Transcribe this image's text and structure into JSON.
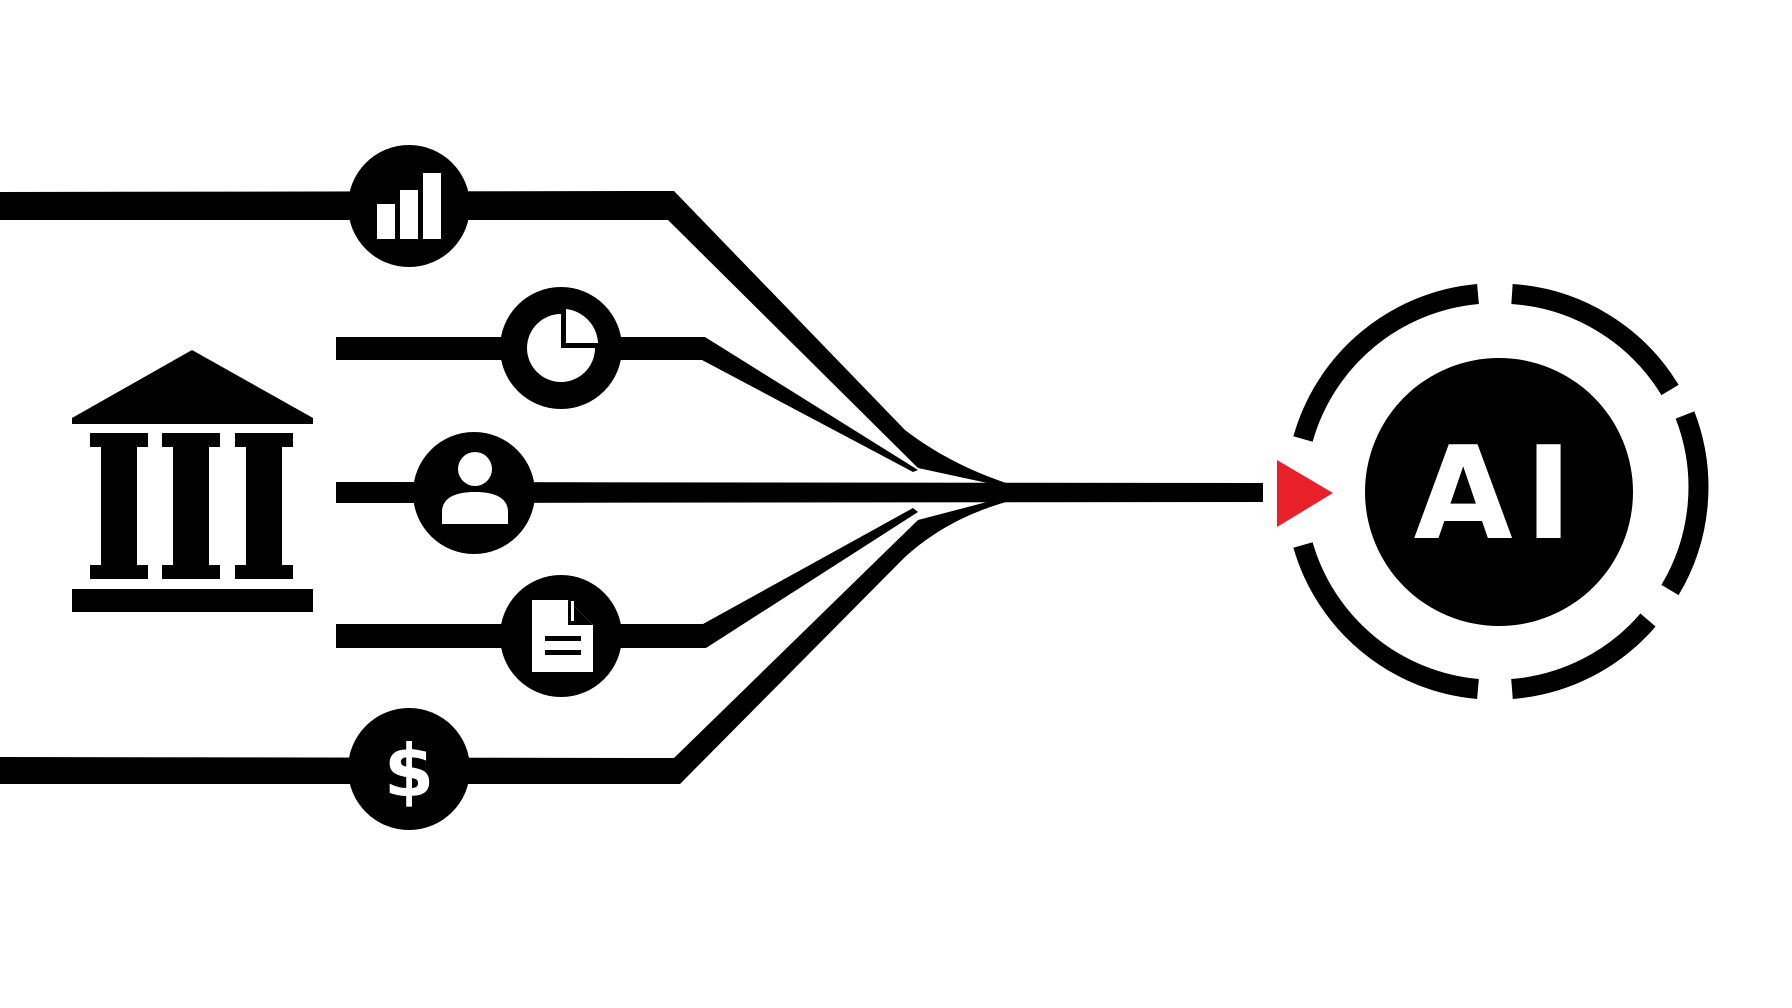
{
  "diagram": {
    "hub": {
      "label": "AI",
      "icon": "ai-brain-core"
    },
    "source": {
      "icon": "bank-building-icon"
    },
    "streams": [
      {
        "id": "analytics",
        "icon": "bar-chart-icon"
      },
      {
        "id": "reports",
        "icon": "pie-chart-icon"
      },
      {
        "id": "customers",
        "icon": "user-icon"
      },
      {
        "id": "documents",
        "icon": "document-icon"
      },
      {
        "id": "finance",
        "icon": "dollar-icon"
      }
    ],
    "colors": {
      "ink": "#000000",
      "background": "#ffffff",
      "accent": "#e8202a"
    }
  }
}
